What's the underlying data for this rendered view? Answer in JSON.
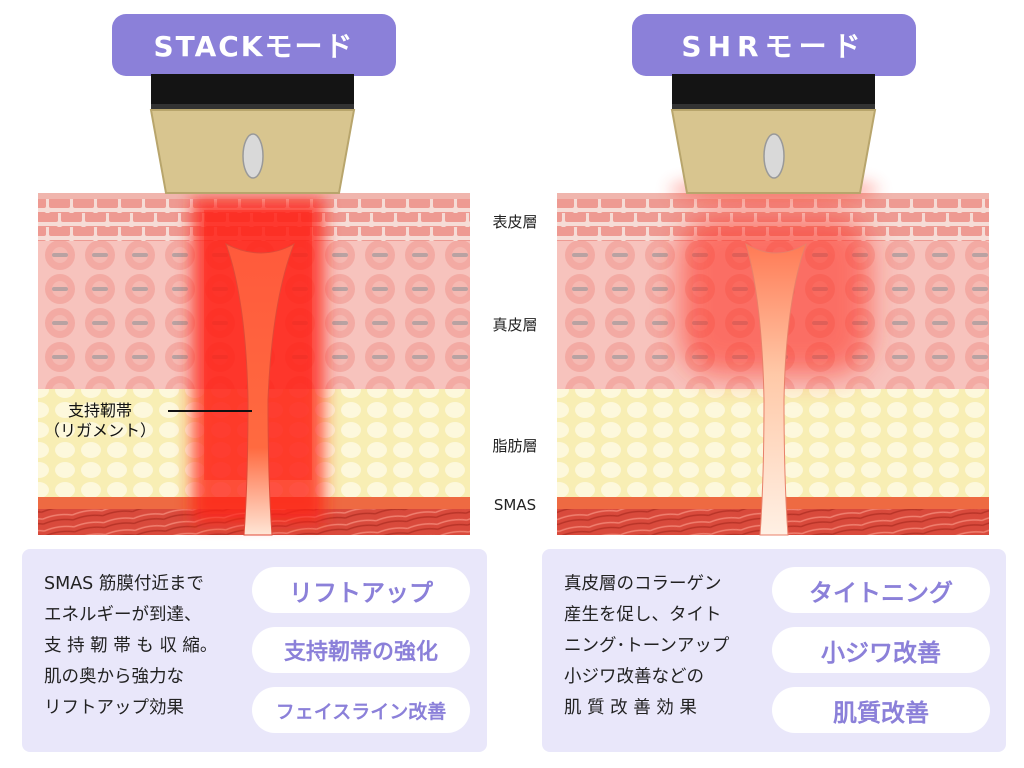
{
  "modes": [
    {
      "title": "STACKモード",
      "description": "SMAS 筋膜付近まで\nエネルギーが到達、\n支 持 靭 帯 も 収 縮。\n肌の奥から強力な\nリフトアップ効果",
      "benefits": [
        "リフトアップ",
        "支持靭帯の強化",
        "フェイスライン改善"
      ]
    },
    {
      "title": "SHRモード",
      "description": "真皮層のコラーゲン\n産生を促し、タイト\nニング･トーンアップ\n小ジワ改善などの\n肌 質 改 善 効 果",
      "benefits": [
        "タイトニング",
        "小ジワ改善",
        "肌質改善"
      ]
    }
  ],
  "layers": [
    "表皮層",
    "真皮層",
    "脂肪層",
    "SMAS"
  ],
  "ligament_label": {
    "line1": "支持靭帯",
    "line2": "（リガメント）"
  },
  "colors": {
    "accent": "#8b80d9",
    "panel": "#e9e7fa",
    "energy": "#ff2a1a"
  }
}
